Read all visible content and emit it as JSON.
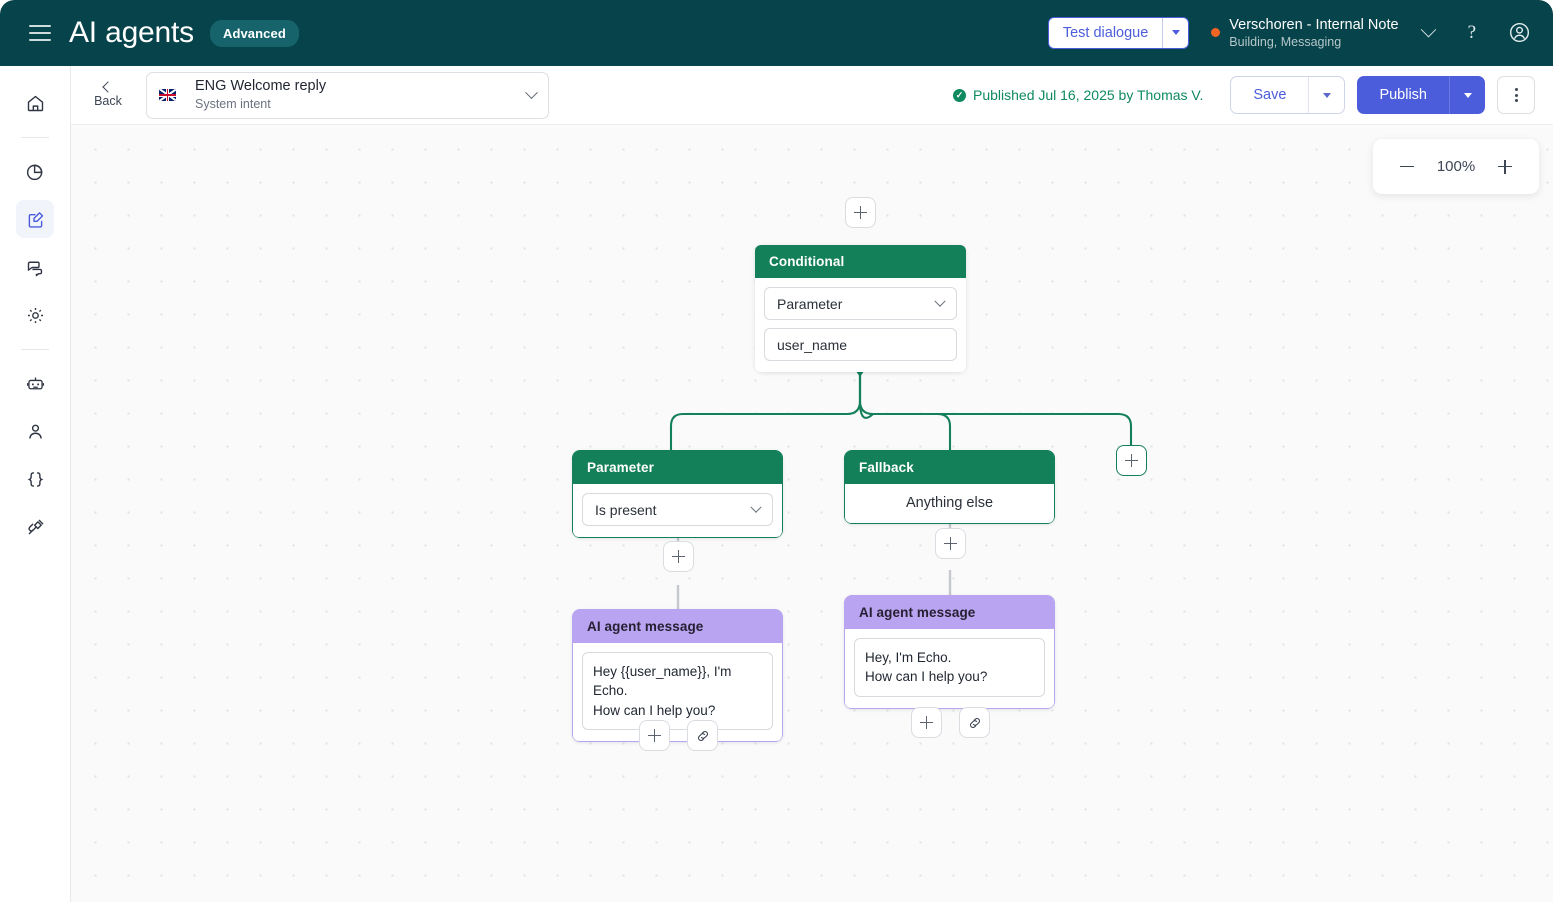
{
  "header": {
    "menu_icon": "hamburger-icon",
    "title": "AI agents",
    "badge": "Advanced",
    "test_dialogue_label": "Test dialogue",
    "bot_name": "Verschoren - Internal Note",
    "bot_status": "Building, Messaging",
    "status_dot_color": "#f26522",
    "help_label": "?",
    "background_color": "#06434a"
  },
  "toolbar": {
    "back_label": "Back",
    "intent_name": "ENG Welcome reply",
    "intent_type": "System intent",
    "intent_flag": "uk-flag-icon",
    "published_text": "Published Jul 16, 2025 by Thomas V.",
    "published_color": "#0f8a5f",
    "save_label": "Save",
    "publish_label": "Publish",
    "publish_color": "#4b5ddb"
  },
  "sidebar": {
    "items": [
      {
        "name": "home",
        "icon": "home-icon",
        "active": false
      },
      {
        "name": "analytics",
        "icon": "pie-chart-icon",
        "active": false
      },
      {
        "name": "builder",
        "icon": "edit-square-icon",
        "active": true
      },
      {
        "name": "conversations",
        "icon": "chat-bubbles-icon",
        "active": false
      },
      {
        "name": "settings",
        "icon": "gear-icon",
        "active": false
      },
      {
        "name": "bot",
        "icon": "robot-icon",
        "active": false
      },
      {
        "name": "users",
        "icon": "person-icon",
        "active": false
      },
      {
        "name": "variables",
        "icon": "curly-braces-icon",
        "active": false
      },
      {
        "name": "integrations",
        "icon": "plug-icon",
        "active": false
      }
    ]
  },
  "canvas": {
    "zoom_level": "100%",
    "grid": "dot-grid",
    "edge_color": "#14805a",
    "nodes": {
      "conditional": {
        "header": "Conditional",
        "header_color": "#14805a",
        "select_value": "Parameter",
        "input_value": "user_name"
      },
      "parameter_branch": {
        "header": "Parameter",
        "header_color": "#14805a",
        "select_value": "Is present"
      },
      "fallback_branch": {
        "header": "Fallback",
        "header_color": "#14805a",
        "body_text": "Anything else"
      },
      "message_left": {
        "header": "AI agent message",
        "header_color": "#b8a4f0",
        "message": "Hey {{user_name}}, I'm Echo.\nHow can I help you?"
      },
      "message_right": {
        "header": "AI agent message",
        "header_color": "#b8a4f0",
        "message": "Hey, I'm Echo.\nHow can I help you?"
      }
    },
    "buttons": {
      "add_label": "+",
      "link_label": "link-icon"
    }
  }
}
